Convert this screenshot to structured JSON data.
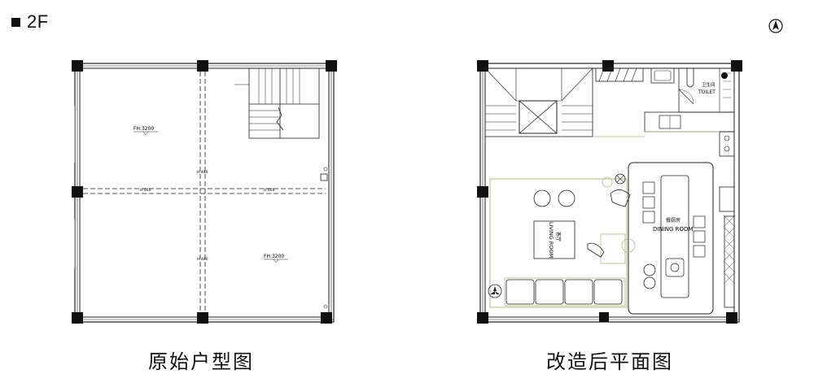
{
  "floor_label": "2F",
  "north_symbol": "north-compass-icon",
  "original": {
    "caption": "原始户型图",
    "fh_upper": "FH:3200",
    "fh_lower": "FH:3200",
    "dim_h_left": "H:460",
    "dim_h_mid": "H:460",
    "dim_v_upper": "H:480",
    "dim_v_lower": "H:480"
  },
  "renovated": {
    "caption": "改造后平面图",
    "toilet_cn": "卫生间",
    "toilet_en": "TOILET",
    "dining_cn": "餐厨房",
    "dining_en": "DINING ROOM",
    "living_cn": "客厅",
    "living_en": "LIVING ROOM"
  },
  "colors": {
    "wall": "#111111",
    "line": "#333333",
    "furniture_outline": "#b7b58a"
  }
}
